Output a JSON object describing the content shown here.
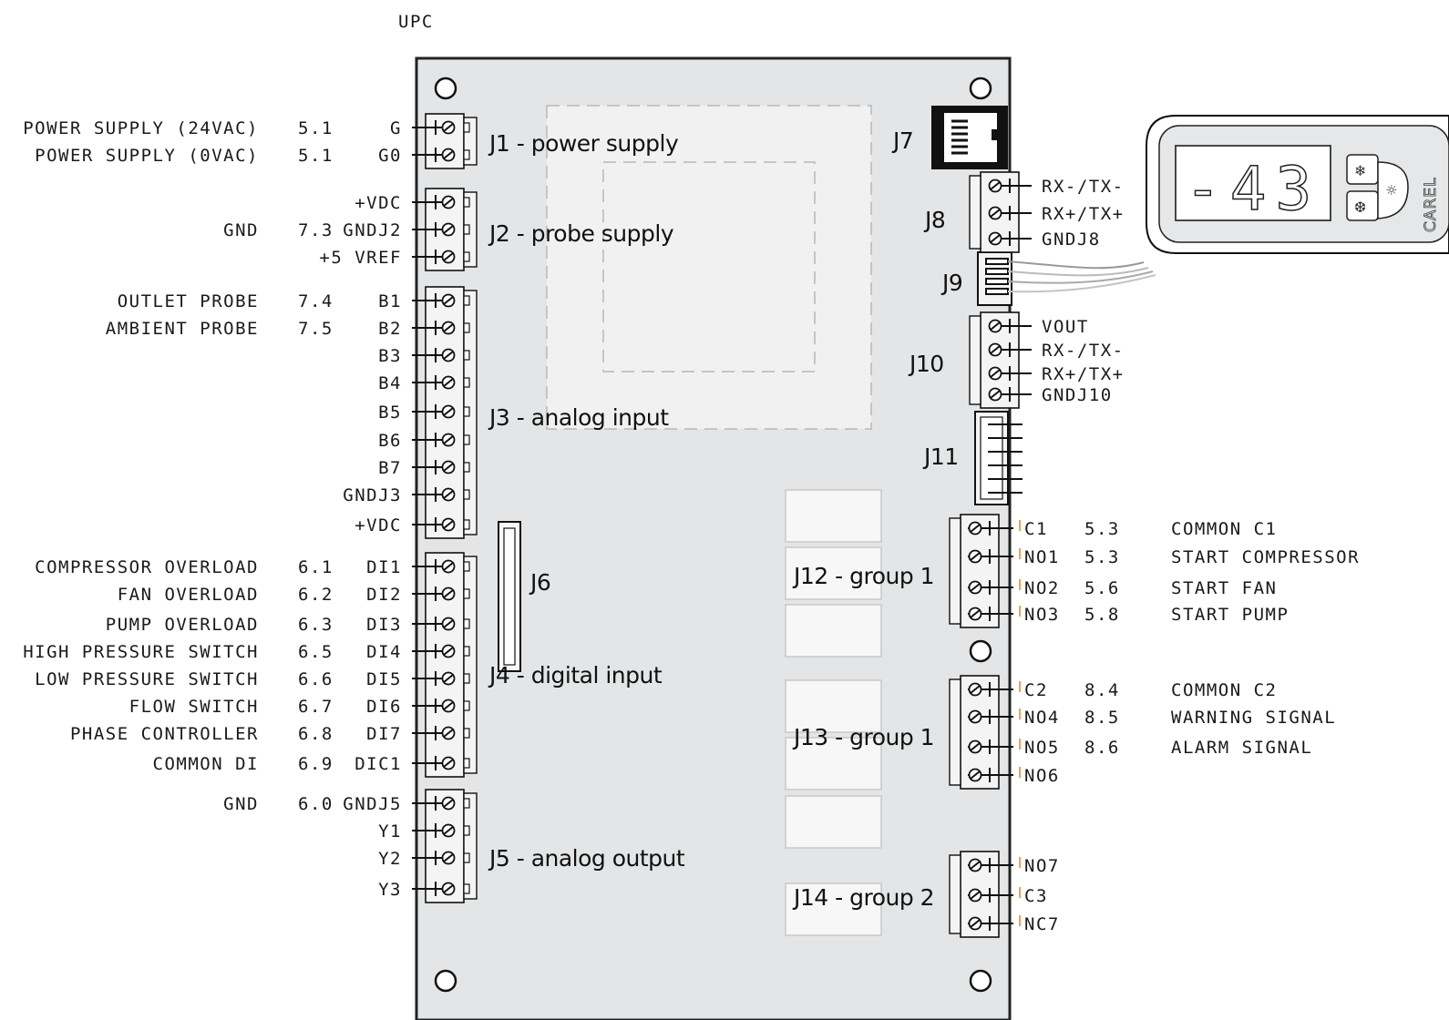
{
  "title": "UPC",
  "board_labels": {
    "j1": "J1 - power supply",
    "j2": "J2 - probe supply",
    "j3": "J3 - analog input",
    "j4": "J4 - digital input",
    "j5": "J5 - analog output",
    "j6": "J6",
    "j7": "J7",
    "j8": "J8",
    "j9": "J9",
    "j10": "J10",
    "j11": "J11",
    "j12": "J12 - group 1",
    "j13": "J13 - group 1",
    "j14": "J14 - group 2"
  },
  "left_terminals": [
    {
      "desc": "POWER SUPPLY (24VAC)",
      "ref": "5.1",
      "pin": "G"
    },
    {
      "desc": "POWER SUPPLY (0VAC)",
      "ref": "5.1",
      "pin": "G0"
    },
    {
      "desc": "",
      "ref": "",
      "pin": "+VDC"
    },
    {
      "desc": "GND",
      "ref": "7.3",
      "pin": "GNDJ2"
    },
    {
      "desc": "",
      "ref": "",
      "pin": "+5 VREF"
    },
    {
      "desc": "OUTLET PROBE",
      "ref": "7.4",
      "pin": "B1"
    },
    {
      "desc": "AMBIENT PROBE",
      "ref": "7.5",
      "pin": "B2"
    },
    {
      "desc": "",
      "ref": "",
      "pin": "B3"
    },
    {
      "desc": "",
      "ref": "",
      "pin": "B4"
    },
    {
      "desc": "",
      "ref": "",
      "pin": "B5"
    },
    {
      "desc": "",
      "ref": "",
      "pin": "B6"
    },
    {
      "desc": "",
      "ref": "",
      "pin": "B7"
    },
    {
      "desc": "",
      "ref": "",
      "pin": "GNDJ3"
    },
    {
      "desc": "",
      "ref": "",
      "pin": "+VDC"
    },
    {
      "desc": "COMPRESSOR OVERLOAD",
      "ref": "6.1",
      "pin": "DI1"
    },
    {
      "desc": "FAN OVERLOAD",
      "ref": "6.2",
      "pin": "DI2"
    },
    {
      "desc": "PUMP OVERLOAD",
      "ref": "6.3",
      "pin": "DI3"
    },
    {
      "desc": "HIGH PRESSURE SWITCH",
      "ref": "6.5",
      "pin": "DI4"
    },
    {
      "desc": "LOW PRESSURE SWITCH",
      "ref": "6.6",
      "pin": "DI5"
    },
    {
      "desc": "FLOW SWITCH",
      "ref": "6.7",
      "pin": "DI6"
    },
    {
      "desc": "PHASE CONTROLLER",
      "ref": "6.8",
      "pin": "DI7"
    },
    {
      "desc": "COMMON DI",
      "ref": "6.9",
      "pin": "DIC1"
    },
    {
      "desc": "GND",
      "ref": "6.0",
      "pin": "GNDJ5"
    },
    {
      "desc": "",
      "ref": "",
      "pin": "Y1"
    },
    {
      "desc": "",
      "ref": "",
      "pin": "Y2"
    },
    {
      "desc": "",
      "ref": "",
      "pin": "Y3"
    }
  ],
  "right_serial_terminals": [
    {
      "pin": "RX-/TX-"
    },
    {
      "pin": "RX+/TX+"
    },
    {
      "pin": "GNDJ8"
    },
    {
      "pin": "VOUT"
    },
    {
      "pin": "RX-/TX-"
    },
    {
      "pin": "RX+/TX+"
    },
    {
      "pin": "GNDJ10"
    }
  ],
  "right_relay_terminals": [
    {
      "pin": "C1",
      "ref": "5.3",
      "desc": "COMMON C1"
    },
    {
      "pin": "NO1",
      "ref": "5.3",
      "desc": "START COMPRESSOR"
    },
    {
      "pin": "NO2",
      "ref": "5.6",
      "desc": "START FAN"
    },
    {
      "pin": "NO3",
      "ref": "5.8",
      "desc": "START PUMP"
    },
    {
      "pin": "C2",
      "ref": "8.4",
      "desc": "COMMON C2"
    },
    {
      "pin": "NO4",
      "ref": "8.5",
      "desc": "WARNING SIGNAL"
    },
    {
      "pin": "NO5",
      "ref": "8.6",
      "desc": "ALARM SIGNAL"
    },
    {
      "pin": "NO6",
      "ref": "",
      "desc": ""
    },
    {
      "pin": "NO7",
      "ref": "",
      "desc": ""
    },
    {
      "pin": "C3",
      "ref": "",
      "desc": ""
    },
    {
      "pin": "NC7",
      "ref": "",
      "desc": ""
    }
  ],
  "display": {
    "reading": "-43",
    "brand": "CAREL"
  },
  "colors": {
    "board": "#e4e5e6",
    "tick": "#f0a050",
    "ink": "#111111"
  }
}
